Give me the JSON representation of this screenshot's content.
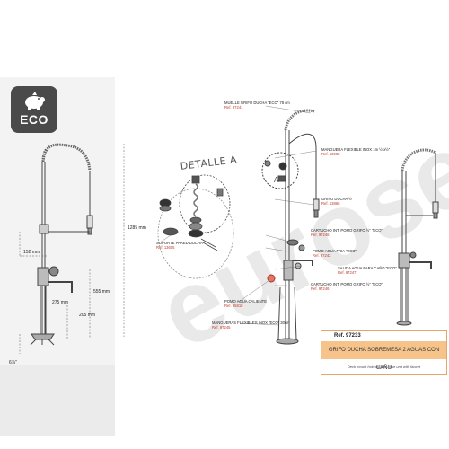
{
  "eco": {
    "badge_text": "ECO"
  },
  "watermark": {
    "text": "eurosega"
  },
  "detail": {
    "title": "DETALLE A",
    "marker": "A"
  },
  "dimensions": {
    "height_total": "1285 mm",
    "width_top": "152 mm",
    "spout_reach": "275 mm",
    "height_mid": "555 mm",
    "height_low": "205 mm",
    "inlet": "6⅞\""
  },
  "parts": [
    {
      "name": "MUELLE GRIFO DUCHA \"ECO\" 78 cm",
      "ref": "Ref. 97241"
    },
    {
      "name": "MANGUERA FLEXIBLE INOX 1m ½\"x½\"",
      "ref": "Ref. 13988"
    },
    {
      "name": "GRIFO DUCHA ½\"",
      "ref": "Ref. 13866"
    },
    {
      "name": "CARTUCHO INT. POMO GRIFO ½\" \"ECO\"",
      "ref": "Ref. 97246"
    },
    {
      "name": "POMO AGUA FRIA \"ECO\"",
      "ref": "Ref. 97242"
    },
    {
      "name": "SALIDA AGUA PARA CAÑO \"ECO\"",
      "ref": "Ref. 97247"
    },
    {
      "name": "CARTUCHO INT. POMO GRIFO ½\" \"ECO\"",
      "ref": "Ref. 97246"
    },
    {
      "name": "POMO AGUA CALIENTE",
      "ref": "Ref. 95818"
    },
    {
      "name": "MANGUERAS FLEXIBLES INOX \"ECO\" 30cm",
      "ref": "Ref. 97245"
    },
    {
      "name": "SOPORTE PARED DUCHA",
      "ref": "Ref. 13605"
    }
  ],
  "product": {
    "ref": "Ref. 97233",
    "title": "GRIFO DUCHA SOBREMESA 2 AGUAS CON CAÑO",
    "description": "Deck mount hot/cold pre-rinse unit with faucet"
  }
}
